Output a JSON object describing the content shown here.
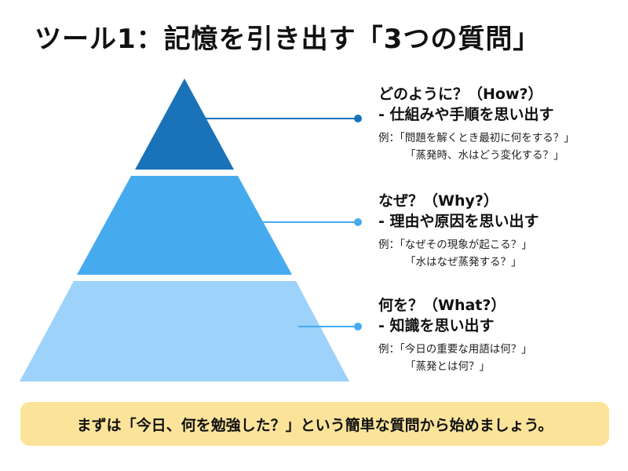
{
  "title": "ツール1：記憶を引き出す「3つの質問」",
  "colors": {
    "top_tier": "#1a72b8",
    "middle_tier": "#46aaef",
    "bottom_tier": "#9dd3fa",
    "connector_dark": "#1a72b8",
    "connector_light": "#46aaef",
    "banner": "#fbe49a"
  },
  "tiers": [
    {
      "heading": "どのように？（How?）",
      "subheading": "- 仕組みや手順を思い出す",
      "example_line1": "例：「問題を解くとき最初に何をする？」",
      "example_line2": "「蒸発時、水はどう変化する？」"
    },
    {
      "heading": "なぜ？（Why?）",
      "subheading": "- 理由や原因を思い出す",
      "example_line1": "例：「なぜその現象が起こる？」",
      "example_line2": "「水はなぜ蒸発する？」"
    },
    {
      "heading": "何を？（What?）",
      "subheading": "- 知識を思い出す",
      "example_line1": "例：「今日の重要な用語は何？」",
      "example_line2": "「蒸発とは何？」"
    }
  ],
  "tip": "まずは「今日、何を勉強した？」という簡単な質問から始めましょう。"
}
